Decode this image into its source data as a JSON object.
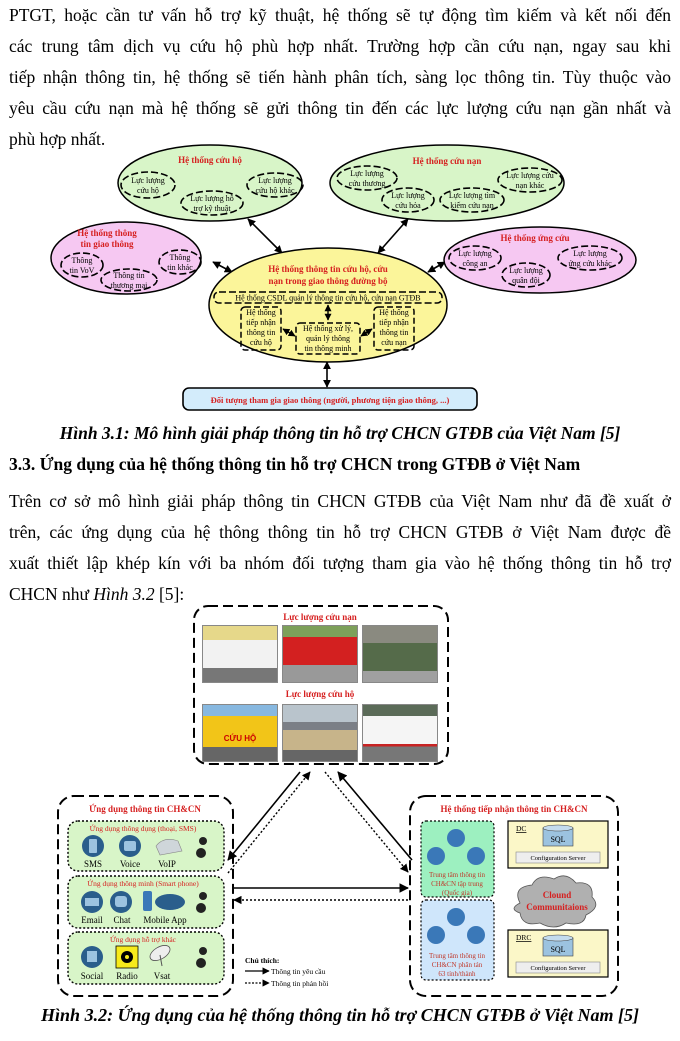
{
  "paragraph1": {
    "lines": [
      "PTGT, hoặc cần tư vấn hỗ trợ kỹ thuật, hệ thống sẽ tự động tìm kiếm và kết nối đến",
      "các trung tâm dịch vụ cứu hộ phù hợp nhất. Trường hợp cần cứu nạn, ngay sau khi",
      "tiếp nhận thông tin, hệ thống sẽ tiến hành phân tích, sàng lọc thông tin. Tùy thuộc vào",
      "yêu cầu cứu nạn mà hệ thống sẽ gửi thông tin đến các lực lượng cứu nạn gần nhất và",
      "phù hợp nhất."
    ]
  },
  "figure1": {
    "caption": "Hình 3.1: Mô hình giải pháp thông tin hỗ trợ CHCN GTĐB của Việt Nam [5]",
    "colors": {
      "green": "#d8f5c8",
      "pink": "#f6c8f2",
      "yellow": "#fbf59a",
      "blue": "#d3ecfb",
      "title_red": "#d61f1f"
    },
    "rescue_system": {
      "title": "Hệ thống cứu hộ",
      "items": [
        [
          "Lực lượng",
          "cứu hộ"
        ],
        [
          "Lực lượng hỗ",
          "trợ kỹ thuật"
        ],
        [
          "Lực lượng",
          "cứu hộ khác"
        ]
      ]
    },
    "salvage_system": {
      "title": "Hệ thống cứu nạn",
      "items": [
        [
          "Lực lượng",
          "cứu thương"
        ],
        [
          "Lực lượng",
          "cứu hỏa"
        ],
        [
          "Lực lượng tìm",
          "kiếm cứu nạn"
        ],
        [
          "Lực lượng cứu",
          "nạn khác"
        ]
      ]
    },
    "traffic_info_system": {
      "title_lines": [
        "Hệ thống thông",
        "tin giao thông"
      ],
      "items": [
        [
          "Thông",
          "tin VoV"
        ],
        [
          "Thông tin",
          "thương mại"
        ],
        [
          "Thông",
          "tin khác"
        ]
      ]
    },
    "response_system": {
      "title": "Hệ thống ứng cứu",
      "items": [
        [
          "Lực lượng",
          "công an"
        ],
        [
          "Lực lượng",
          "quân đội"
        ],
        [
          "Lực lượng",
          "ứng cứu khác"
        ]
      ]
    },
    "central_system": {
      "title_lines": [
        "Hệ thống thông tin cứu hộ, cứu",
        "nạn trong giao thông đường bộ"
      ],
      "database": "Hệ thống CSDL quản lý thông tin cứu hộ, cứu nạn GTĐB",
      "left_box": [
        "Hệ thống",
        "tiếp nhận",
        "thông tin",
        "cứu hộ"
      ],
      "center_box": [
        "Hệ thống xử lý,",
        "quản lý thông",
        "tin thông minh"
      ],
      "right_box": [
        "Hệ thống",
        "tiếp nhận",
        "thông tin",
        "cứu nạn"
      ]
    },
    "participants": "Đối tượng tham gia giao thông (người, phương tiện giao thông, ...)"
  },
  "section": {
    "heading": "3.3. Ứng dụng của hệ thống thông tin hỗ trợ CHCN trong GTĐB ở Việt Nam"
  },
  "paragraph2": {
    "lines": [
      "Trên cơ sở mô hình giải pháp thông tin CHCN GTĐB của Việt Nam như đã đề xuất ở",
      "trên, các ứng dụng của hệ thông thông tin hỗ trợ CHCN GTĐB ở Việt Nam được đề",
      "xuất thiết lập khép kín với ba nhóm đối tượng tham gia vào hệ thống thông tin hỗ trợ"
    ],
    "last_line_prefix": "CHCN như ",
    "last_line_italic": "Hình 3.2",
    "last_line_suffix": " [5]:"
  },
  "figure2": {
    "caption": "Hình 3.2: Ứng dụng của hệ thống thông tin hỗ trợ CHCN GTĐB ở Việt Nam [5]",
    "forces": {
      "salvage_title": "Lực lượng cứu nạn",
      "salvage_photos": [
        "ambulance-vans",
        "fire-truck",
        "military-vehicles"
      ],
      "rescue_title": "Lực lượng cứu hộ",
      "rescue_photos": [
        "tow-truck-cuu-ho",
        "traffic-police",
        "ambulance"
      ],
      "tow_truck_text": "CỨU HỘ"
    },
    "apps": {
      "title": "Ứng dụng thông tin CH&CN",
      "groups": [
        {
          "title": "Ứng dụng thông dụng (thoại, SMS)",
          "items": [
            "SMS",
            "Voice",
            "VoIP"
          ]
        },
        {
          "title": "Ứng dụng thông minh (Smart phone)",
          "items": [
            "Email",
            "Chat",
            "Mobile App"
          ]
        },
        {
          "title": "Ứng dụng hỗ trợ khác",
          "items": [
            "Social",
            "Radio",
            "Vsat"
          ]
        }
      ]
    },
    "legend": {
      "title": "Chú thích:",
      "request": "Thông tin yêu cầu",
      "response": "Thông tin phản hồi"
    },
    "receiving": {
      "title": "Hệ thống tiếp nhận thông tin CH&CN",
      "center_national": [
        "Trung tâm thông tin",
        "CH&CN tập trung",
        "(Quốc gia)"
      ],
      "center_provincial": [
        "Trung tâm thông tin",
        "CH&CN phân tán",
        "63 tỉnh/thành"
      ],
      "dc_label": "DC",
      "drc_label": "DRC",
      "sql": "SQL",
      "config_server": "Configuration Server",
      "cloud": [
        "Clound",
        "Communitaions"
      ]
    }
  }
}
